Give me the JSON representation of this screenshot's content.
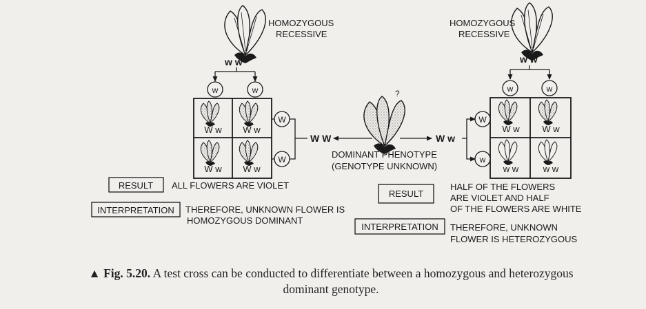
{
  "left_panel": {
    "parent_label_line1": "HOMOZYGOUS",
    "parent_label_line2": "RECESSIVE",
    "parent_genotype": "w w",
    "gamete_top": "w",
    "gamete_side": "W",
    "offspring_genotype": "W w",
    "result_label": "RESULT",
    "result_text": "ALL FLOWERS ARE VIOLET",
    "interpretation_label": "INTERPRETATION",
    "interpretation_line1": "THEREFORE, UNKNOWN FLOWER IS",
    "interpretation_line2": "HOMOZYGOUS DOMINANT"
  },
  "center": {
    "question_mark": "?",
    "left_genotype": "W W",
    "right_genotype": "W w",
    "label_line1": "DOMINANT PHENOTYPE",
    "label_line2": "(GENOTYPE UNKNOWN)"
  },
  "right_panel": {
    "parent_label_line1": "HOMOZYGOUS",
    "parent_label_line2": "RECESSIVE",
    "parent_genotype": "w w",
    "gamete_top": "w",
    "gamete_side_top": "W",
    "gamete_side_bottom": "w",
    "offspring_dominant": "W w",
    "offspring_recessive": "w w",
    "result_label": "RESULT",
    "result_line1": "HALF OF THE FLOWERS",
    "result_line2": "ARE VIOLET AND HALF",
    "result_line3": "OF THE FLOWERS ARE WHITE",
    "interpretation_label": "INTERPRETATION",
    "interpretation_line1": "THEREFORE, UNKNOWN",
    "interpretation_line2": "FLOWER IS HETEROZYGOUS"
  },
  "caption": {
    "marker": "▲",
    "fig_label": "Fig. 5.20.",
    "line1": "A test cross can be conducted to differentiate between a homozygous and heterozygous",
    "line2": "dominant genotype."
  },
  "icons": [
    "flower-icon",
    "arrow-icon",
    "triangle-marker-icon"
  ]
}
